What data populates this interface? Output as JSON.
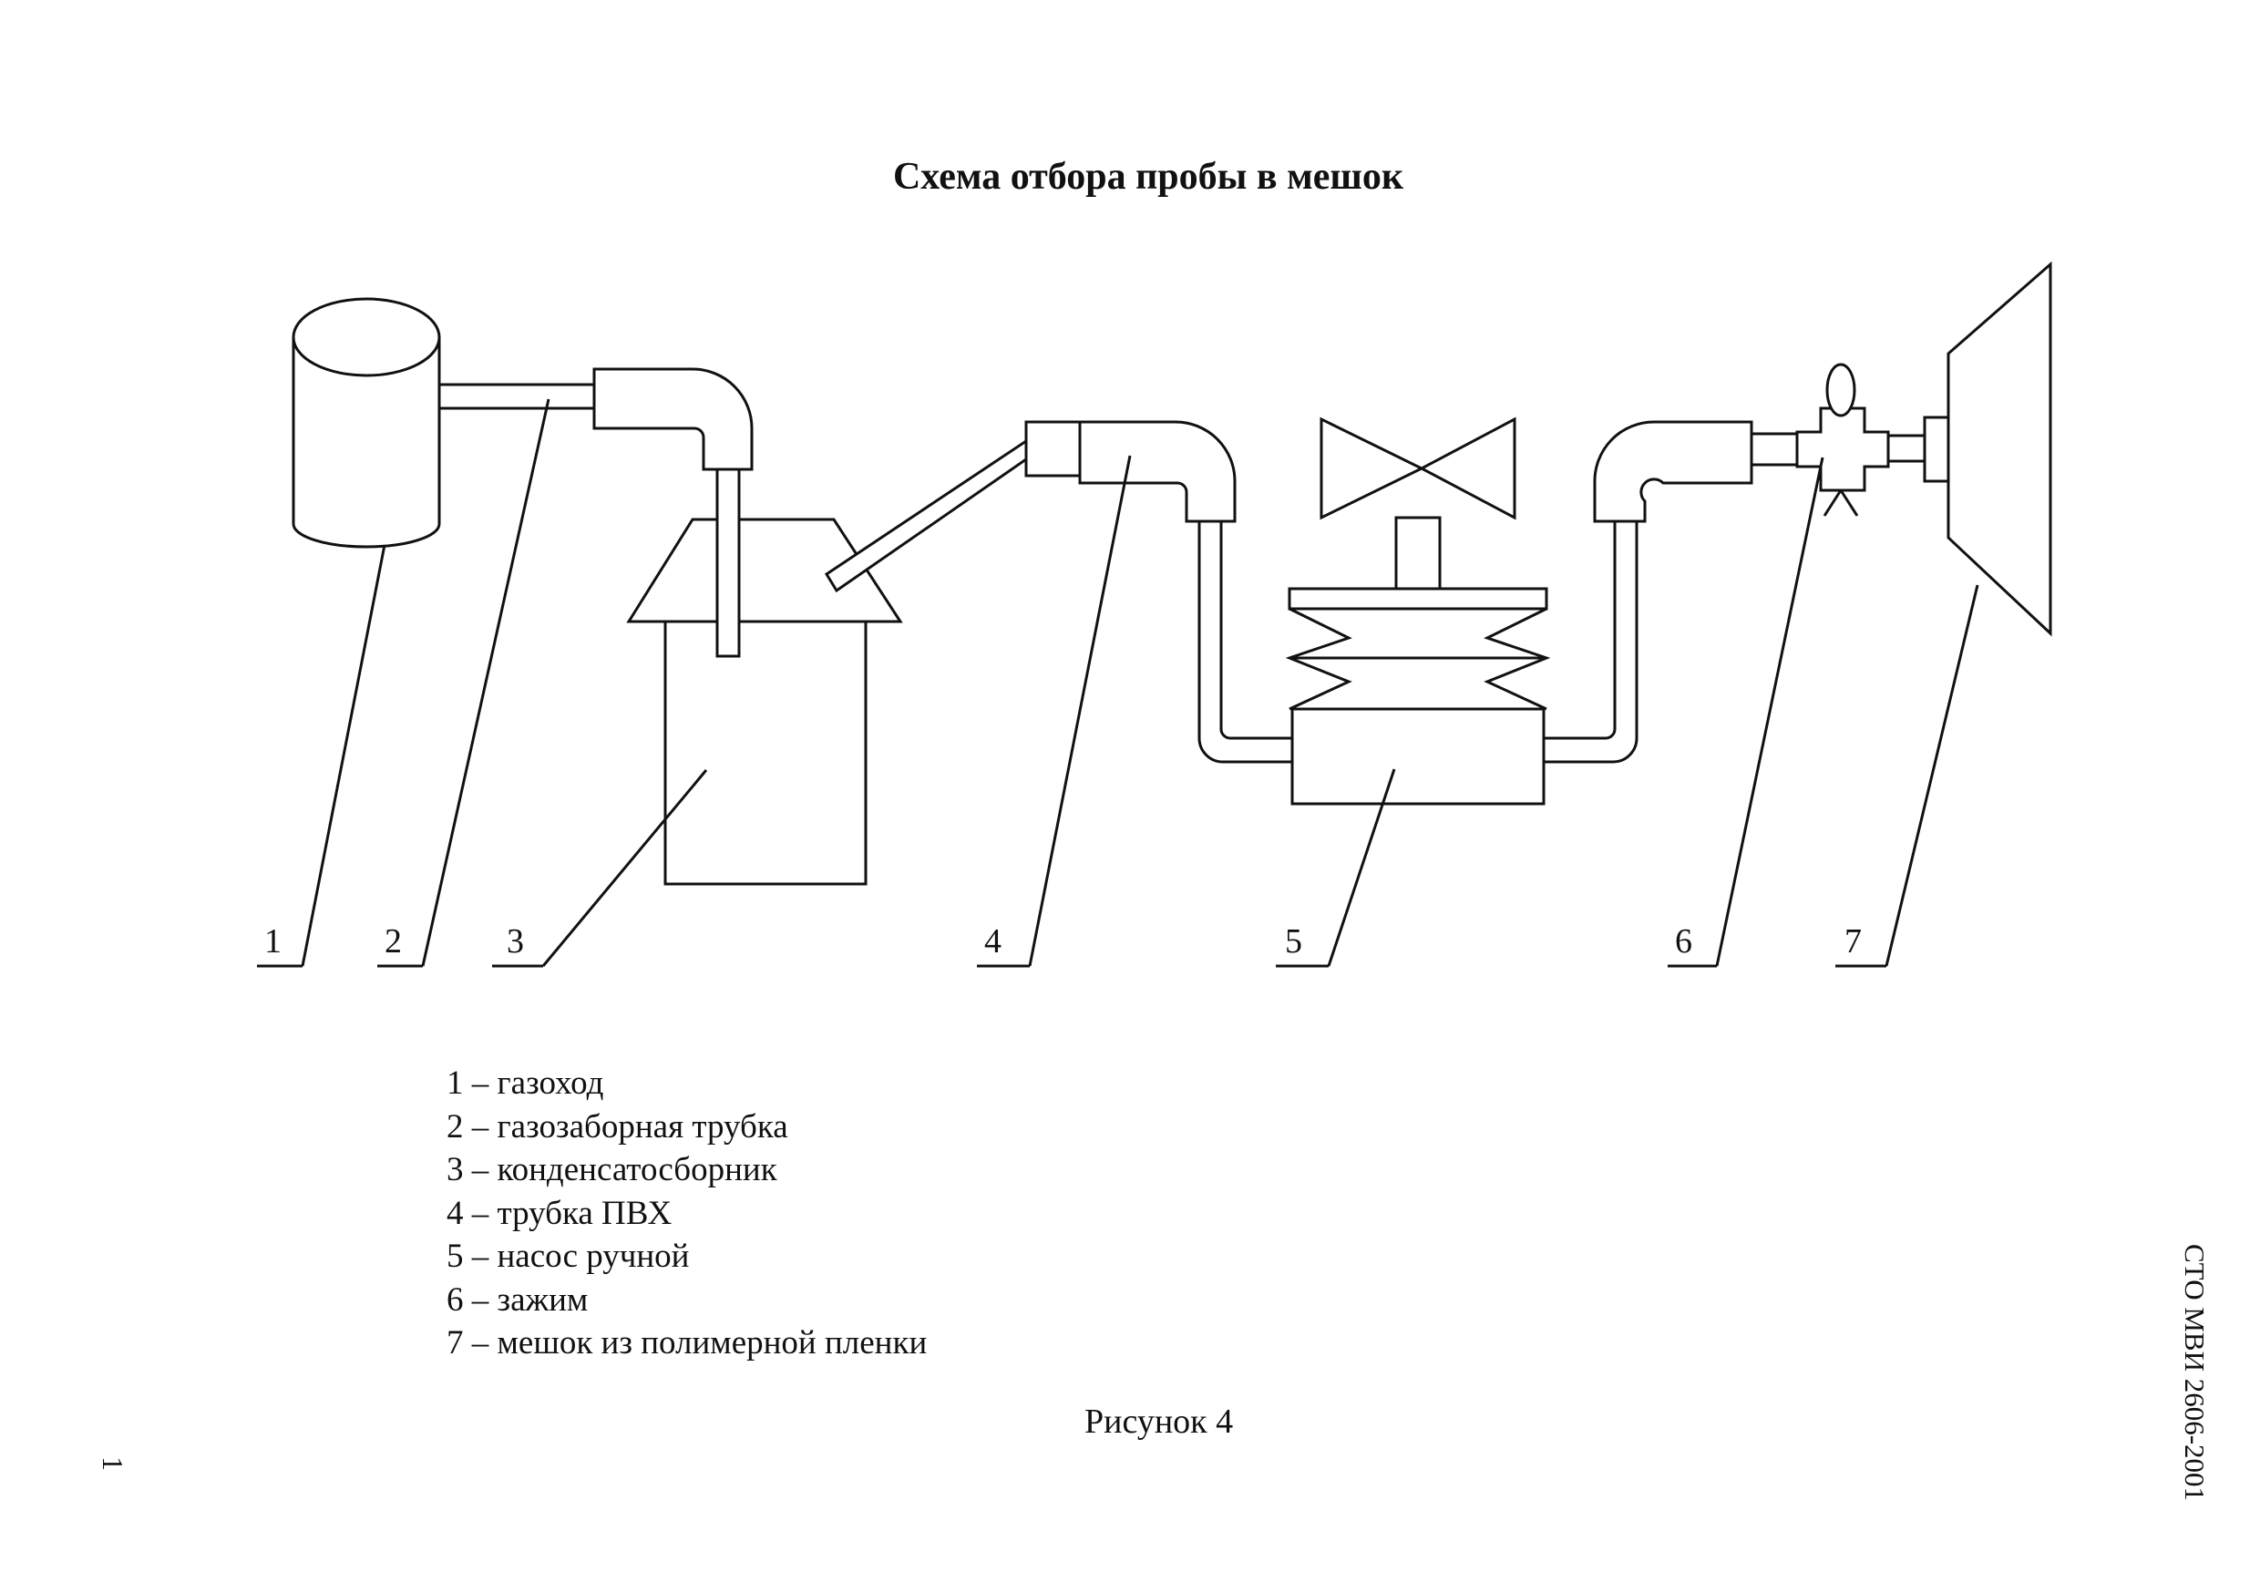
{
  "title": "Схема отбора пробы в мешок",
  "callouts": [
    "1",
    "2",
    "3",
    "4",
    "5",
    "6",
    "7"
  ],
  "legend": [
    "1 – газоход",
    "2 – газозаборная трубка",
    "3 – конденсатосборник",
    "4 – трубка ПВХ",
    "5 – насос ручной",
    "6 – зажим",
    "7 – мешок из полимерной пленки"
  ],
  "caption": "Рисунок 4",
  "side_label": "СТО МВИ 2606-2001",
  "page_number": "1"
}
